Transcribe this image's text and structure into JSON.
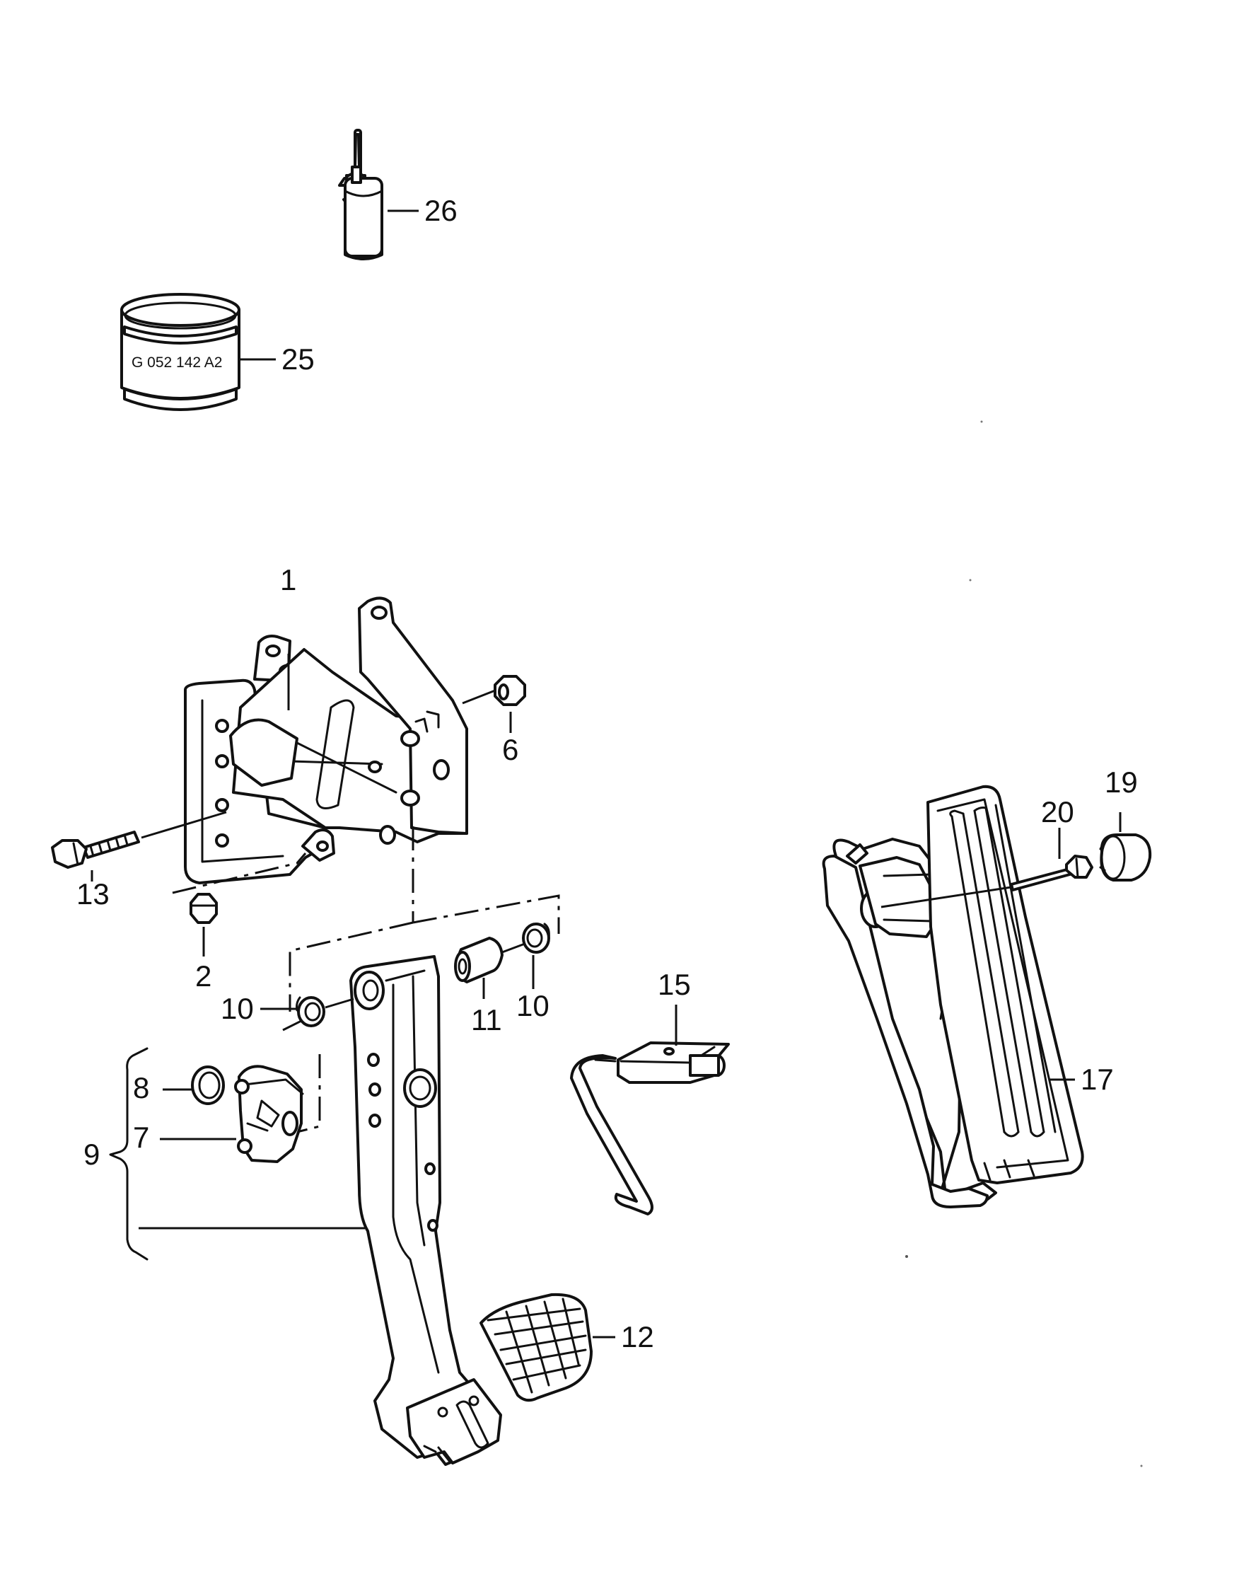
{
  "diagram": {
    "callouts": {
      "c1": "1",
      "c2": "2",
      "c6": "6",
      "c7": "7",
      "c8": "8",
      "c9": "9",
      "c10a": "10",
      "c10b": "10",
      "c11": "11",
      "c12": "12",
      "c13": "13",
      "c15": "15",
      "c17": "17",
      "c19": "19",
      "c20": "20",
      "c25": "25",
      "c26": "26"
    },
    "container_label": "G 052 142 A2"
  }
}
